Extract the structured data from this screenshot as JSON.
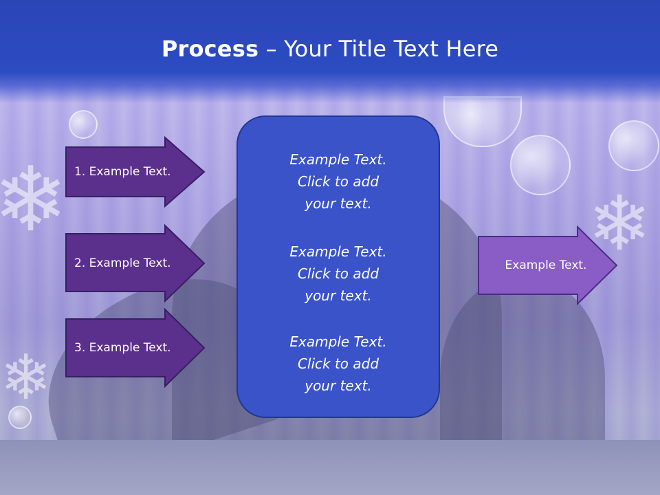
{
  "slide": {
    "title_bold": "Process",
    "title_rest": " – Your Title Text Here",
    "left_steps": [
      "1. Example Text.",
      "2. Example Text.",
      "3. Example Text."
    ],
    "center_blocks": [
      [
        "Example Text.",
        "Click  to add",
        "your text."
      ],
      [
        "Example Text.",
        "Click  to add",
        "your text."
      ],
      [
        "Example Text.",
        "Click  to add",
        "your text."
      ]
    ],
    "output_label": "Example Text."
  },
  "colors": {
    "title_bar": "#2d4cc2",
    "left_arrow_fill": "#5b2f8c",
    "right_arrow_fill": "#8a5cc6",
    "panel_fill": "#3a53c9",
    "panel_border": "#213791"
  },
  "background": {
    "description_icons": [
      "bubble-decoration",
      "snowflake-decoration"
    ]
  }
}
